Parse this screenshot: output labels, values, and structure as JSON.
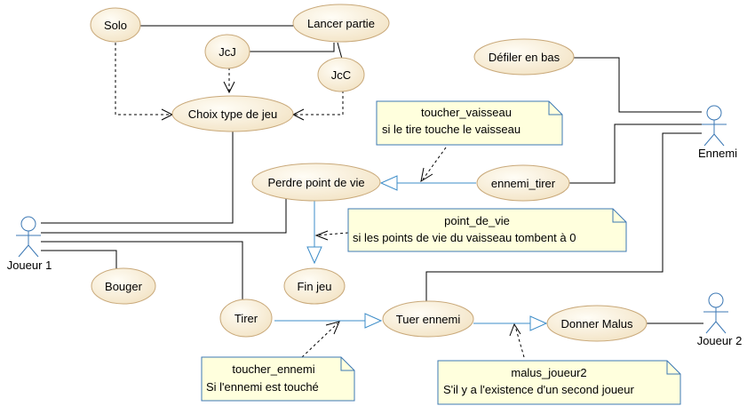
{
  "actors": {
    "joueur1": "Joueur 1",
    "joueur2": "Joueur 2",
    "ennemi": "Ennemi"
  },
  "use_cases": {
    "solo": "Solo",
    "lancer_partie": "Lancer partie",
    "jcj": "JcJ",
    "jcc": "JcC",
    "choix_type_de_jeu": "Choix type de jeu",
    "defiler_en_bas": "Défiler en bas",
    "perdre_point_de_vie": "Perdre point de vie",
    "ennemi_tirer": "ennemi_tirer",
    "fin_jeu": "Fin jeu",
    "bouger": "Bouger",
    "tirer": "Tirer",
    "tuer_ennemi": "Tuer ennemi",
    "donner_malus": "Donner Malus"
  },
  "notes": {
    "toucher_vaisseau": {
      "title": "toucher_vaisseau",
      "body": "si le tire touche le vaisseau"
    },
    "point_de_vie": {
      "title": "point_de_vie",
      "body": "si les points de vie du vaisseau tombent à 0"
    },
    "toucher_ennemi": {
      "title": "toucher_ennemi",
      "body": "Si l'ennemi est touché"
    },
    "malus_joueur2": {
      "title": "malus_joueur2",
      "body": "S'il y a l'existence d'un second joueur"
    }
  },
  "colors": {
    "use_case_fill": "#fdf6e3",
    "use_case_stroke": "#c9a97a",
    "note_fill": "#ffffdd",
    "note_stroke": "#3c78b4",
    "actor_stroke": "#3c78b4",
    "generalization": "#3c8cc8",
    "line": "#000000"
  }
}
